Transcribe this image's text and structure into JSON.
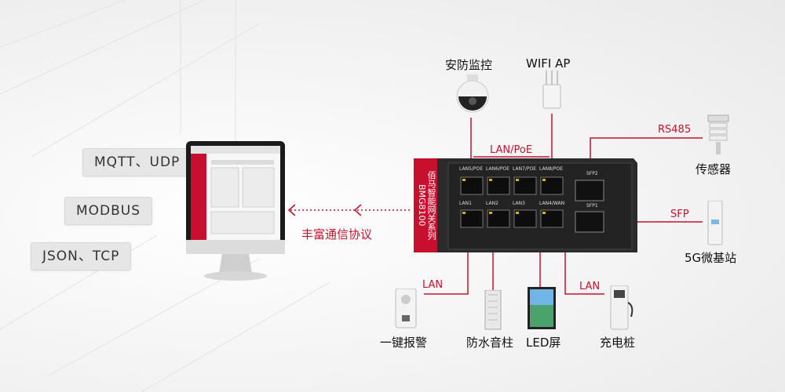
{
  "protocols": [
    "MQTT、UDP",
    "MODBUS",
    "JSON、TCP"
  ],
  "gateway": {
    "side_text_cn": "佰马智能网关系列",
    "side_model": "BMG8100",
    "ports_top": [
      "LAN5/POE",
      "LAN6/POE",
      "LAN7/POE",
      "LAN8/POE"
    ],
    "ports_bottom": [
      "LAN1",
      "LAN2",
      "LAN3",
      "LAN4/WAN"
    ],
    "sfp": [
      "SFP2",
      "SFP1"
    ]
  },
  "arrow_label": "丰富通信协议",
  "devices": {
    "camera": "安防监控",
    "wifi": "WIFI AP",
    "sensor": "传感器",
    "base_station": "5G微基站",
    "alarm": "一键报警",
    "speaker": "防水音柱",
    "led": "LED屏",
    "charger": "充电桩"
  },
  "connections": {
    "lan_poe": "LAN/PoE",
    "rs485": "RS485",
    "sfp": "SFP",
    "lan_left": "LAN",
    "lan_right": "LAN"
  },
  "colors": {
    "accent": "#c8102e",
    "device_body": "#2b2b2b"
  }
}
